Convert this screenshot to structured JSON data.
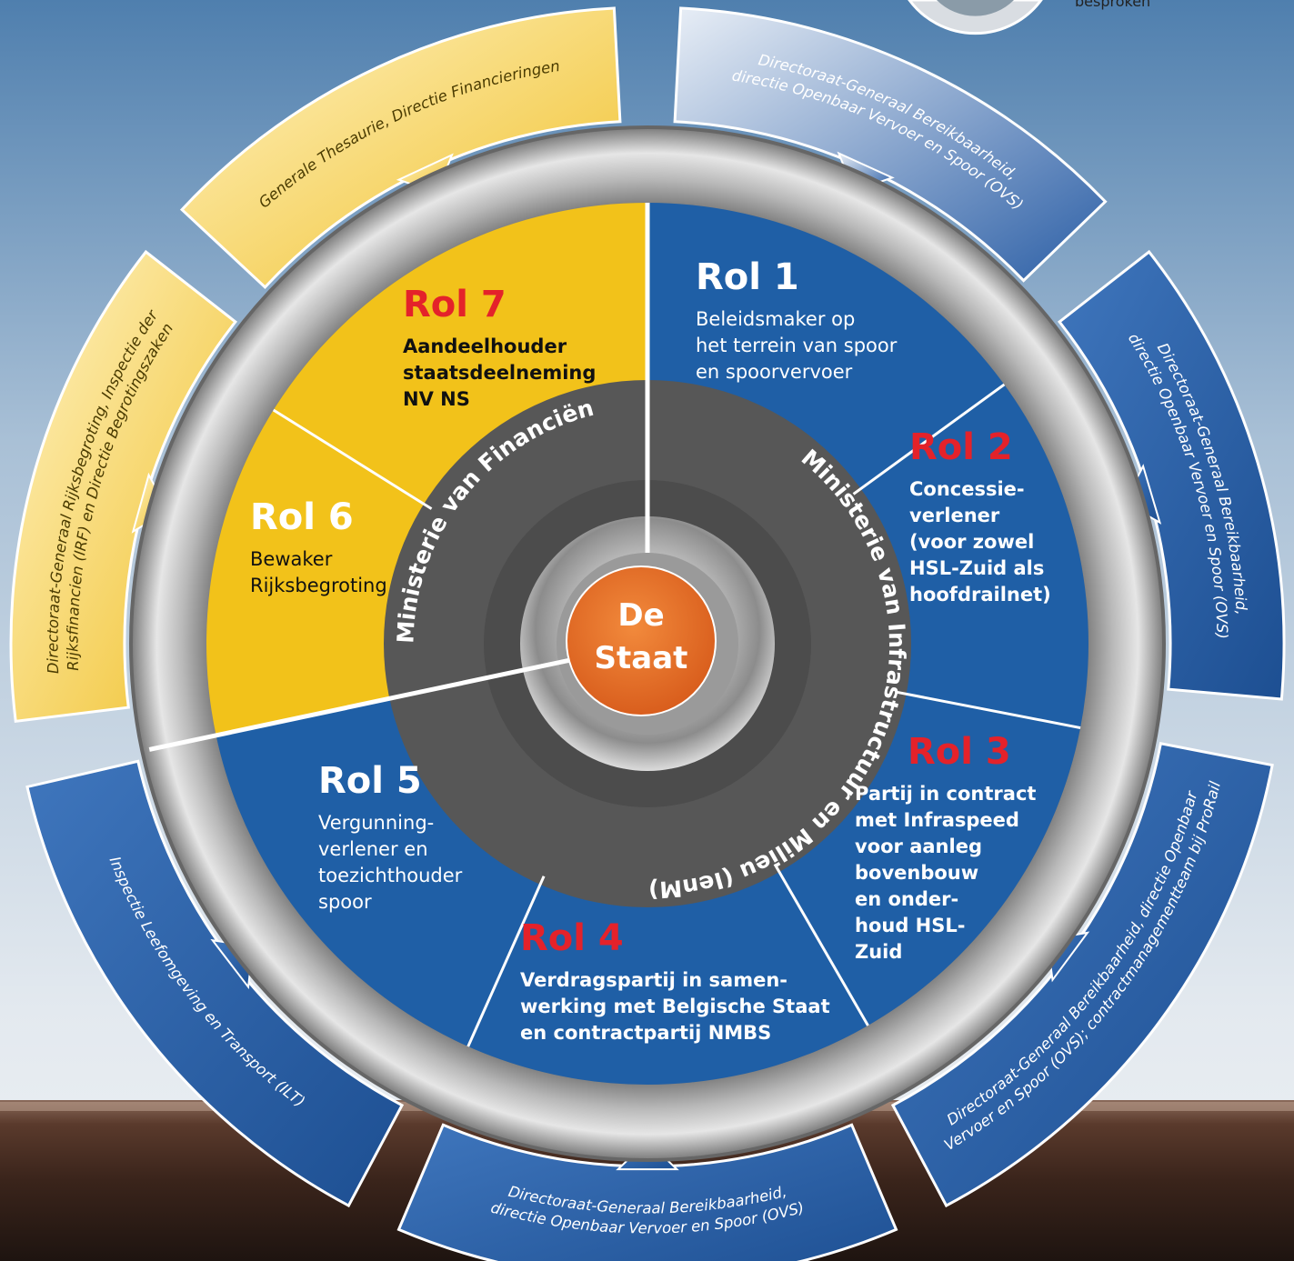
{
  "colors": {
    "yellow": "#f2c21a",
    "blue": "#1f5fa6",
    "band_blue": "#2a62ab",
    "band_yellow": "#f3ce45",
    "role_red": "#e4222a",
    "white_role": "#ffffff",
    "center_orange": "#e8702a",
    "hub_dark": "#555555"
  },
  "center": {
    "line1": "De",
    "line2": "Staat"
  },
  "ministries": {
    "finance": "Ministerie van Financiën",
    "infra": "Ministerie van Infrastructuur en Milieu (IenM)"
  },
  "roles": [
    {
      "id": "rol1",
      "title": "Rol 1",
      "lines": [
        "Beleidsmaker op",
        "het terrein van spoor",
        "en spoorvervoer"
      ]
    },
    {
      "id": "rol2",
      "title": "Rol 2",
      "lines": [
        "Concessie-",
        "verlener",
        "(voor zowel",
        "HSL-Zuid als",
        "hoofdrailnet)"
      ]
    },
    {
      "id": "rol3",
      "title": "Rol 3",
      "lines": [
        "Partij in contract",
        "met Infraspeed",
        "voor aanleg",
        "bovenbouw",
        "en onder-",
        "houd HSL-",
        "Zuid"
      ]
    },
    {
      "id": "rol4",
      "title": "Rol 4",
      "lines": [
        "Verdragspartij in samen-",
        "werking met Belgische Staat",
        "en contractpartij NMBS"
      ]
    },
    {
      "id": "rol5",
      "title": "Rol 5",
      "lines": [
        "Vergunning-",
        "verlener en",
        "toezichthouder",
        "spoor"
      ]
    },
    {
      "id": "rol6",
      "title": "Rol 6",
      "lines": [
        "Bewaker",
        "Rijksbegroting"
      ]
    },
    {
      "id": "rol7",
      "title": "Rol 7",
      "lines": [
        "Aandeelhouder",
        "staatsdeelneming",
        "NV NS"
      ]
    }
  ],
  "bands": [
    {
      "id": "band-gt",
      "lines": [
        "Generale Thesaurie, Directie Financieringen"
      ]
    },
    {
      "id": "band-ovs-top",
      "lines": [
        "Directoraat-Generaal Bereikbaarheid,",
        "directie Openbaar Vervoer en Spoor (OVS)"
      ]
    },
    {
      "id": "band-ovs-right",
      "lines": [
        "Directoraat-Generaal Bereikbaarheid,",
        "directie Openbaar Vervoer en Spoor (OVS)"
      ]
    },
    {
      "id": "band-prorail",
      "lines": [
        "Directoraat-Generaal Bereikbaarheid, directie Openbaar",
        "Vervoer en Spoor (OVS); contractmanagementteam bij ProRail"
      ]
    },
    {
      "id": "band-ovs-bottom",
      "lines": [
        "Directoraat-Generaal Bereikbaarheid,",
        "directie Openbaar Vervoer en Spoor (OVS)"
      ]
    },
    {
      "id": "band-ilt",
      "lines": [
        "Inspectie Leefomgeving en Transport (ILT)"
      ]
    },
    {
      "id": "band-rijksbegroting",
      "lines": [
        "Directoraat-Generaal Rijksbegroting, Inspectie der",
        "Rijksfinancien (IRF) en Directie Begrotingszaken"
      ]
    }
  ],
  "corner_note": "besproken"
}
